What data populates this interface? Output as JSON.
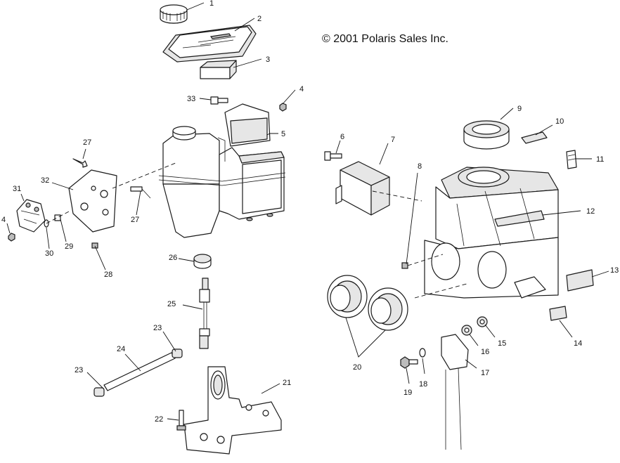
{
  "copyright": "© 2001 Polaris Sales Inc.",
  "callouts": [
    {
      "id": "1",
      "label": "1"
    },
    {
      "id": "2",
      "label": "2"
    },
    {
      "id": "3",
      "label": "3"
    },
    {
      "id": "4a",
      "label": "4"
    },
    {
      "id": "4b",
      "label": "4"
    },
    {
      "id": "5",
      "label": "5"
    },
    {
      "id": "6",
      "label": "6"
    },
    {
      "id": "7",
      "label": "7"
    },
    {
      "id": "8",
      "label": "8"
    },
    {
      "id": "9",
      "label": "9"
    },
    {
      "id": "10",
      "label": "10"
    },
    {
      "id": "11",
      "label": "11"
    },
    {
      "id": "12",
      "label": "12"
    },
    {
      "id": "13",
      "label": "13"
    },
    {
      "id": "14",
      "label": "14"
    },
    {
      "id": "15",
      "label": "15"
    },
    {
      "id": "16",
      "label": "16"
    },
    {
      "id": "17",
      "label": "17"
    },
    {
      "id": "18",
      "label": "18"
    },
    {
      "id": "19",
      "label": "19"
    },
    {
      "id": "20",
      "label": "20"
    },
    {
      "id": "21",
      "label": "21"
    },
    {
      "id": "22",
      "label": "22"
    },
    {
      "id": "23a",
      "label": "23"
    },
    {
      "id": "23b",
      "label": "23"
    },
    {
      "id": "24",
      "label": "24"
    },
    {
      "id": "25",
      "label": "25"
    },
    {
      "id": "26",
      "label": "26"
    },
    {
      "id": "27a",
      "label": "27"
    },
    {
      "id": "27b",
      "label": "27"
    },
    {
      "id": "28",
      "label": "28"
    },
    {
      "id": "29",
      "label": "29"
    },
    {
      "id": "30",
      "label": "30"
    },
    {
      "id": "31",
      "label": "31"
    },
    {
      "id": "32",
      "label": "32"
    },
    {
      "id": "33",
      "label": "33"
    }
  ]
}
